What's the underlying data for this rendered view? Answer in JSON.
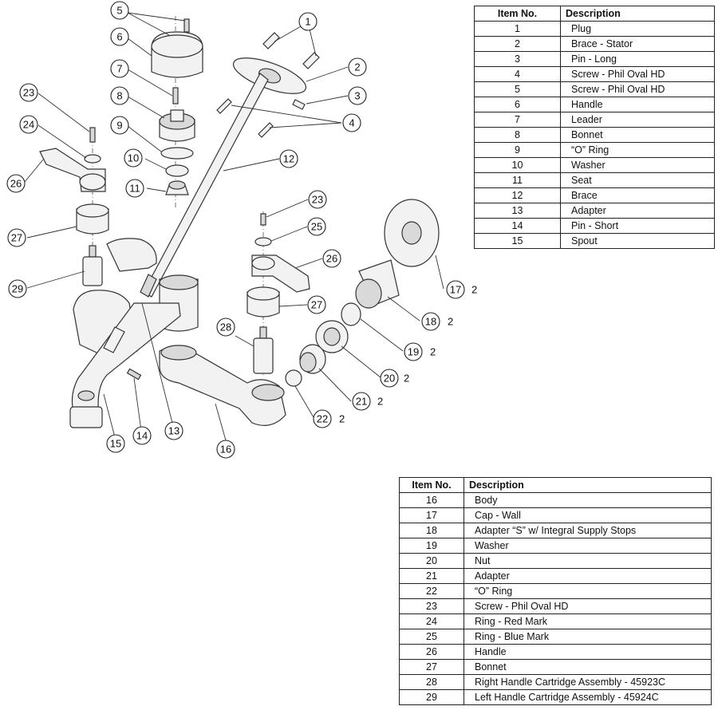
{
  "table_top": {
    "header_item": "Item No.",
    "header_desc": "Description",
    "rows": [
      {
        "no": "1",
        "desc": "Plug"
      },
      {
        "no": "2",
        "desc": "Brace - Stator"
      },
      {
        "no": "3",
        "desc": "Pin - Long"
      },
      {
        "no": "4",
        "desc": "Screw - Phil Oval HD"
      },
      {
        "no": "5",
        "desc": "Screw - Phil Oval HD"
      },
      {
        "no": "6",
        "desc": "Handle"
      },
      {
        "no": "7",
        "desc": "Leader"
      },
      {
        "no": "8",
        "desc": "Bonnet"
      },
      {
        "no": "9",
        "desc": "“O” Ring"
      },
      {
        "no": "10",
        "desc": "Washer"
      },
      {
        "no": "11",
        "desc": "Seat"
      },
      {
        "no": "12",
        "desc": "Brace"
      },
      {
        "no": "13",
        "desc": "Adapter"
      },
      {
        "no": "14",
        "desc": "Pin - Short"
      },
      {
        "no": "15",
        "desc": "Spout"
      }
    ]
  },
  "table_bottom": {
    "header_item": "Item No.",
    "header_desc": "Description",
    "rows": [
      {
        "no": "16",
        "desc": "Body"
      },
      {
        "no": "17",
        "desc": "Cap - Wall"
      },
      {
        "no": "18",
        "desc": "Adapter “S” w/ Integral Supply Stops"
      },
      {
        "no": "19",
        "desc": "Washer"
      },
      {
        "no": "20",
        "desc": "Nut"
      },
      {
        "no": "21",
        "desc": "Adapter"
      },
      {
        "no": "22",
        "desc": "“O” Ring"
      },
      {
        "no": "23",
        "desc": "Screw - Phil Oval HD"
      },
      {
        "no": "24",
        "desc": "Ring - Red Mark"
      },
      {
        "no": "25",
        "desc": "Ring - Blue Mark"
      },
      {
        "no": "26",
        "desc": "Handle"
      },
      {
        "no": "27",
        "desc": "Bonnet"
      },
      {
        "no": "28",
        "desc": "Right Handle Cartridge Assembly - 45923C"
      },
      {
        "no": "29",
        "desc": "Left Handle Cartridge Assembly - 45924C"
      }
    ]
  },
  "callouts": [
    "5",
    "6",
    "7",
    "8",
    "9",
    "10",
    "11",
    "1",
    "2",
    "3",
    "4",
    "12",
    "23",
    "24",
    "26",
    "27",
    "29",
    "23",
    "25",
    "26",
    "27",
    "28",
    "17",
    "18",
    "19",
    "20",
    "21",
    "22",
    "15",
    "14",
    "13",
    "16"
  ],
  "quantities": [
    "2",
    "2",
    "2",
    "2",
    "2",
    "2"
  ]
}
